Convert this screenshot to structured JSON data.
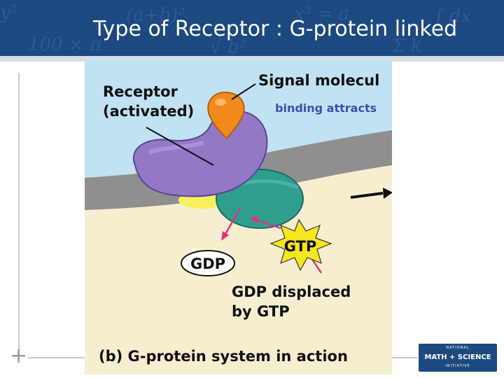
{
  "slide": {
    "title": "Type of Receptor : G-protein linked"
  },
  "figure": {
    "label_receptor_line1": "Receptor",
    "label_receptor_line2": "(activated)",
    "label_signal": "Signal molecul",
    "label_binding": "binding attracts",
    "label_gtp": "GTP",
    "label_gdp": "GDP",
    "label_displaced_line1": "GDP displaced",
    "label_displaced_line2": "by GTP",
    "caption": "(b) G-protein system in action",
    "colors": {
      "extracellular": "#bfe3f3",
      "membrane": "#8f8f8f",
      "cytoplasm": "#f7eed0",
      "receptor": "#9378c6",
      "signal_molecule": "#f18a1c",
      "g_protein": "#2f9e8e",
      "gtp_star": "#f5e61e",
      "binding_text": "#3a4fb0",
      "arrow_pink": "#e0347a"
    }
  },
  "logo": {
    "line1": "NATIONAL",
    "line2": "MATH + SCIENCE",
    "line3": "INITIATIVE"
  },
  "icons": {
    "plus": "+"
  }
}
